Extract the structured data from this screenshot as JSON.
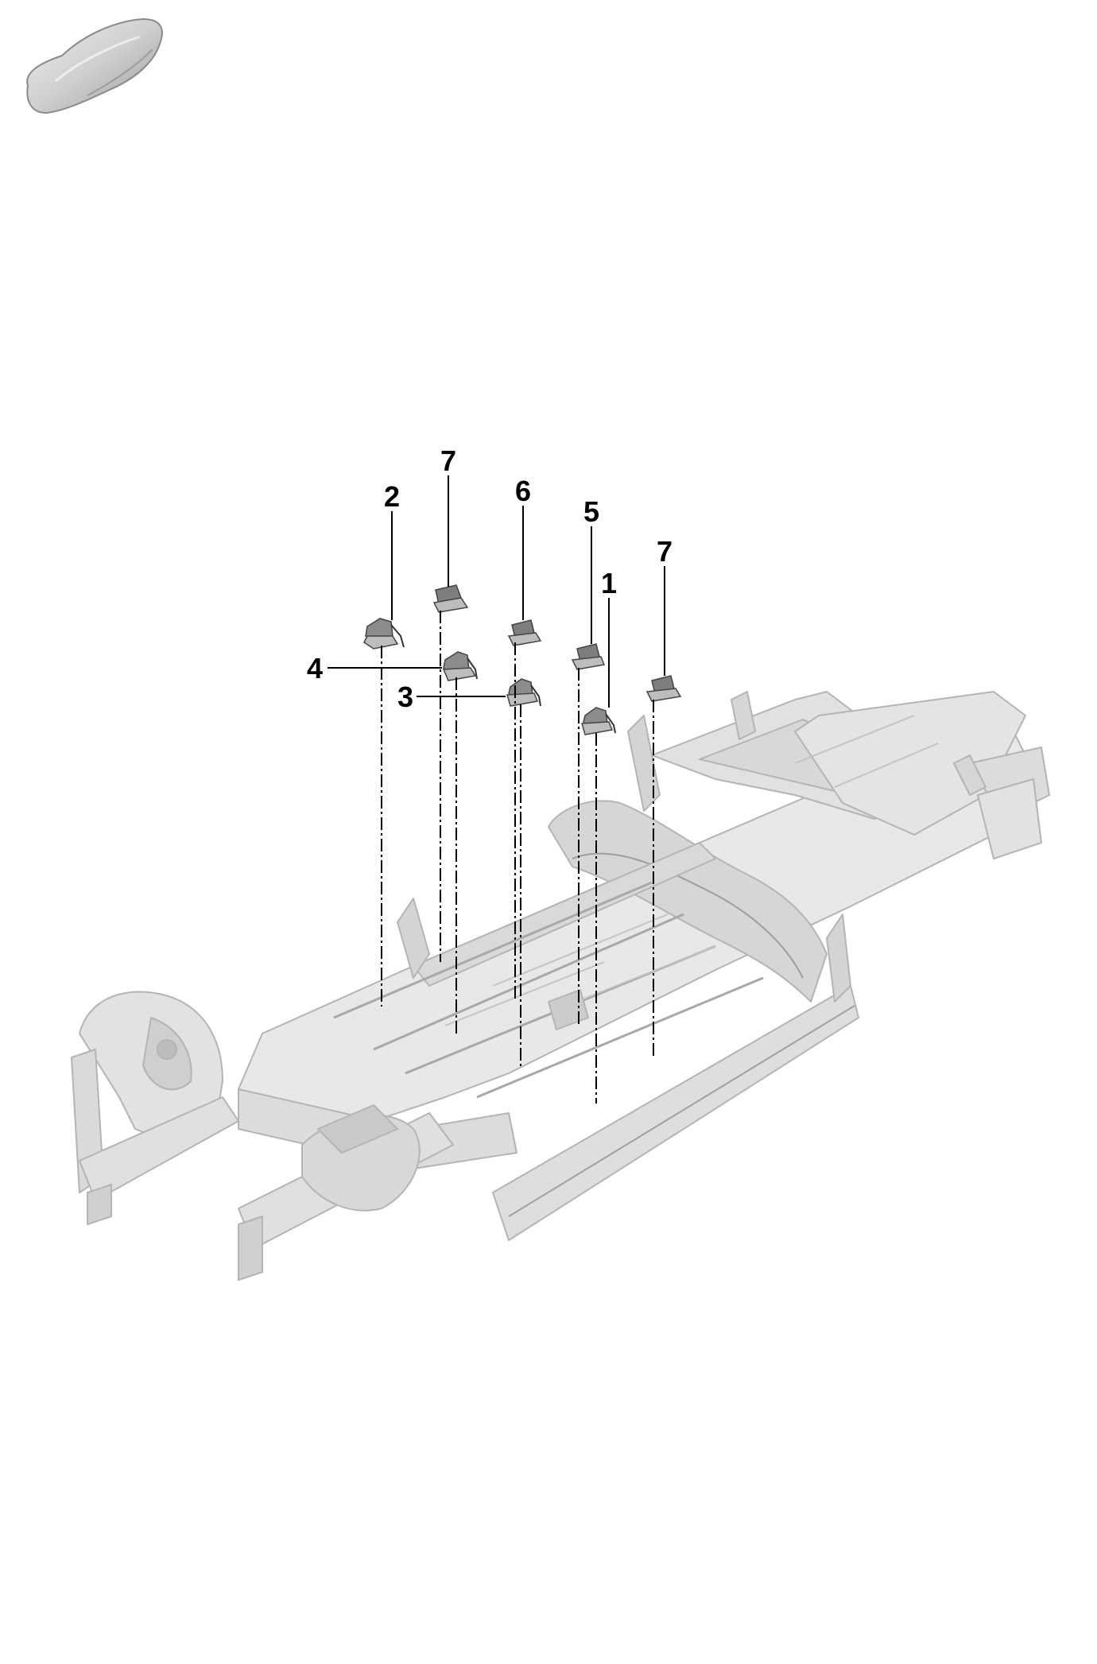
{
  "diagram": {
    "colors": {
      "part_fill": "#e6e6e6",
      "part_stroke": "#b4b4b4",
      "part_shade": "#d3d3d3",
      "mount_fill": "#8c8c8c",
      "mount_dark": "#555555",
      "leader": "#000000",
      "car_icon": "#cfcfcf"
    },
    "icons": [
      "car-silhouette-icon"
    ],
    "callouts": [
      {
        "id": "callout-7-left",
        "label": "7"
      },
      {
        "id": "callout-2",
        "label": "2"
      },
      {
        "id": "callout-6",
        "label": "6"
      },
      {
        "id": "callout-5",
        "label": "5"
      },
      {
        "id": "callout-7-right",
        "label": "7"
      },
      {
        "id": "callout-1",
        "label": "1"
      },
      {
        "id": "callout-4",
        "label": "4"
      },
      {
        "id": "callout-3",
        "label": "3"
      }
    ]
  }
}
